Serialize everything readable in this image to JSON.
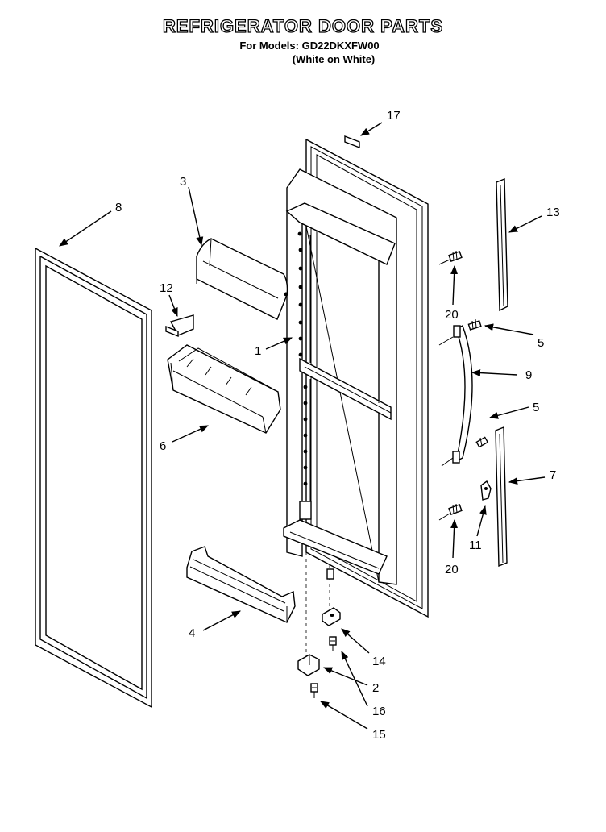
{
  "header": {
    "title": "REFRIGERATOR DOOR PARTS",
    "models_line": "For Models: GD22DKXFW00",
    "color_line": "(White on White)"
  },
  "callouts": [
    {
      "id": "17",
      "label": "17"
    },
    {
      "id": "3",
      "label": "3"
    },
    {
      "id": "8",
      "label": "8"
    },
    {
      "id": "13",
      "label": "13"
    },
    {
      "id": "12",
      "label": "12"
    },
    {
      "id": "20a",
      "label": "20"
    },
    {
      "id": "5a",
      "label": "5"
    },
    {
      "id": "1",
      "label": "1"
    },
    {
      "id": "9",
      "label": "9"
    },
    {
      "id": "5b",
      "label": "5"
    },
    {
      "id": "6",
      "label": "6"
    },
    {
      "id": "7",
      "label": "7"
    },
    {
      "id": "11",
      "label": "11"
    },
    {
      "id": "20b",
      "label": "20"
    },
    {
      "id": "4",
      "label": "4"
    },
    {
      "id": "14",
      "label": "14"
    },
    {
      "id": "2",
      "label": "2"
    },
    {
      "id": "16",
      "label": "16"
    },
    {
      "id": "15",
      "label": "15"
    }
  ]
}
